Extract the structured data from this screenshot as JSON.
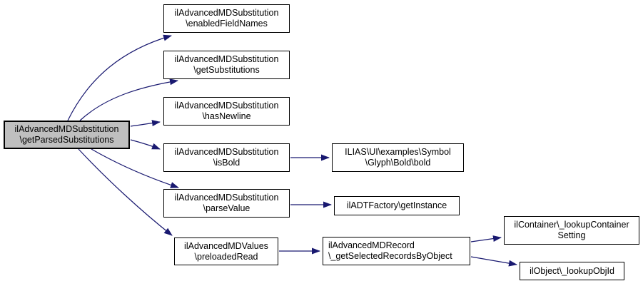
{
  "diagram": {
    "type": "call-graph",
    "colors": {
      "edge": "#191970",
      "highlight_fill": "#bfbfbf",
      "node_fill": "#ffffff",
      "node_border": "#000000"
    },
    "nodes": {
      "main": {
        "line1": "ilAdvancedMDSubstitution",
        "line2": "\\getParsedSubstitutions"
      },
      "enabled_field_names": {
        "line1": "ilAdvancedMDSubstitution",
        "line2": "\\enabledFieldNames"
      },
      "get_substitutions": {
        "line1": "ilAdvancedMDSubstitution",
        "line2": "\\getSubstitutions"
      },
      "has_newline": {
        "line1": "ilAdvancedMDSubstitution",
        "line2": "\\hasNewline"
      },
      "is_bold": {
        "line1": "ilAdvancedMDSubstitution",
        "line2": "\\isBold"
      },
      "parse_value": {
        "line1": "ilAdvancedMDSubstitution",
        "line2": "\\parseValue"
      },
      "preloaded_read": {
        "line1": "ilAdvancedMDValues",
        "line2": "\\preloadedRead"
      },
      "bold": {
        "line1": "ILIAS\\UI\\examples\\Symbol",
        "line2": "\\Glyph\\Bold\\bold"
      },
      "get_instance": {
        "line1": "ilADTFactory\\getInstance"
      },
      "get_selected_records": {
        "line1": "ilAdvancedMDRecord",
        "line2": "\\_getSelectedRecordsByObject"
      },
      "lookup_container_setting": {
        "line1": "ilContainer\\_lookupContainer",
        "line2": "Setting"
      },
      "lookup_obj_id": {
        "line1": "ilObject\\_lookupObjId"
      }
    },
    "edges": [
      {
        "from": "main",
        "to": "enabled_field_names"
      },
      {
        "from": "main",
        "to": "get_substitutions"
      },
      {
        "from": "main",
        "to": "has_newline"
      },
      {
        "from": "main",
        "to": "is_bold"
      },
      {
        "from": "main",
        "to": "parse_value"
      },
      {
        "from": "main",
        "to": "preloaded_read"
      },
      {
        "from": "is_bold",
        "to": "bold"
      },
      {
        "from": "parse_value",
        "to": "get_instance"
      },
      {
        "from": "preloaded_read",
        "to": "get_selected_records"
      },
      {
        "from": "get_selected_records",
        "to": "lookup_container_setting"
      },
      {
        "from": "get_selected_records",
        "to": "lookup_obj_id"
      }
    ]
  }
}
